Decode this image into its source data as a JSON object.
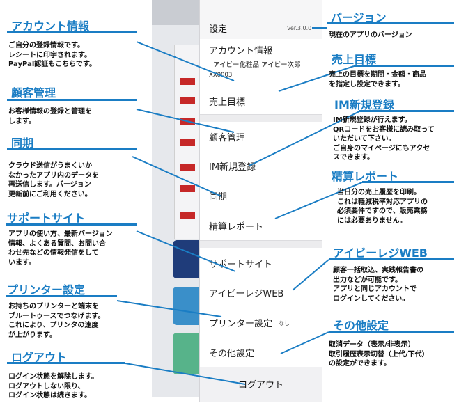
{
  "menu": {
    "header": "設定",
    "version": "Ver.3.0.0",
    "account_title": "アカウント情報",
    "account_name": "アイビー化粧品 アイビー次郎",
    "account_id": "XX0003",
    "items": [
      {
        "label": "売上目標"
      },
      {
        "label": "顧客管理"
      },
      {
        "label": "IM新規登録"
      },
      {
        "label": "同期"
      },
      {
        "label": "精算レポート"
      },
      {
        "label": "サポートサイト"
      },
      {
        "label": "アイビーレジWEB"
      },
      {
        "label": "プリンター設定",
        "value": "なし"
      },
      {
        "label": "その他設定"
      }
    ],
    "logout": "ログアウト"
  },
  "annotations": {
    "left": [
      {
        "title": "アカウント情報",
        "lines": [
          "ご自分の登録情報です。",
          "レシートに印字されます。",
          "PayPal認証もこちらです。"
        ]
      },
      {
        "title": "顧客管理",
        "lines": [
          "お客様情報の登録と管理を",
          "します。"
        ]
      },
      {
        "title": "同期",
        "lines": [
          "クラウド送信がうまくいか",
          "なかったアプリ内のデータを",
          "再送信します。バージョン",
          "更新前にご利用ください。"
        ]
      },
      {
        "title": "サポートサイト",
        "lines": [
          "アプリの使い方、最新バージョン",
          "情報、よくある質問、お問い合",
          "わせ先などの情報発信をして",
          "います。"
        ]
      },
      {
        "title": "プリンター設定",
        "lines": [
          "お持ちのプリンターと端末を",
          "ブルートゥースでつなげます。",
          "これにより、プリンタの速度",
          "が上がります。"
        ]
      },
      {
        "title": "ログアウト",
        "lines": [
          "ログイン状態を解除します。",
          "ログアウトしない限り、",
          "ログイン状態は続きます。"
        ]
      }
    ],
    "right": [
      {
        "title": "バージョン",
        "lines": [
          "現在のアプリのバージョン"
        ]
      },
      {
        "title": "売上目標",
        "lines": [
          "売上の目標を期間・金額・商品",
          "を指定し設定できます。"
        ]
      },
      {
        "title": "IM新規登録",
        "lines": [
          "IM新規登録が行えます。",
          "QRコードをお客様に読み取って",
          "いただいて下さい。",
          "ご自身のマイページにもアクセ",
          "スできます。"
        ]
      },
      {
        "title": "精算レポート",
        "lines": [
          "当日分の売上履歴を印刷。",
          "これは軽減税率対応アプリの",
          "必須要件ですので、販売業務",
          "には必要ありません。"
        ]
      },
      {
        "title": "アイビーレジWEB",
        "lines": [
          "顧客一括取込、実践報告書の",
          "出力などが可能です。",
          "アプリと同じアカウントで",
          "ログインしてください。"
        ]
      },
      {
        "title": "その他設定",
        "lines": [
          "取消データ（表示/非表示）",
          "取引履歴表示切替（上代/下代）",
          "の設定ができます。"
        ]
      }
    ]
  },
  "colors": {
    "accent": "#1a7dc4",
    "tag_red": "#c62828"
  }
}
